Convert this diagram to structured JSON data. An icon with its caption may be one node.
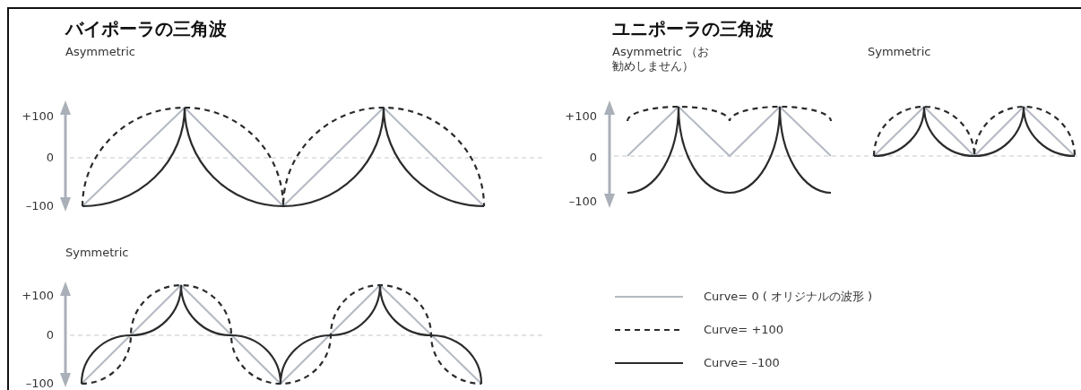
{
  "diagram": {
    "labels": [
      "バイポーラの三角波",
      "Asymmetric",
      "ユニポーラの三角波",
      "Asymmetric （お勧めしません）",
      "Symmetric",
      "+100",
      "0",
      "–100",
      "+100",
      "0",
      "–100",
      "Symmetric",
      "+100",
      "0",
      "–100"
    ],
    "legend": [
      {
        "text": "Curve= 0 ( オリジナルの波形 )"
      },
      {
        "text": "Curve= +100"
      },
      {
        "text": "Curve= –100"
      }
    ]
  }
}
